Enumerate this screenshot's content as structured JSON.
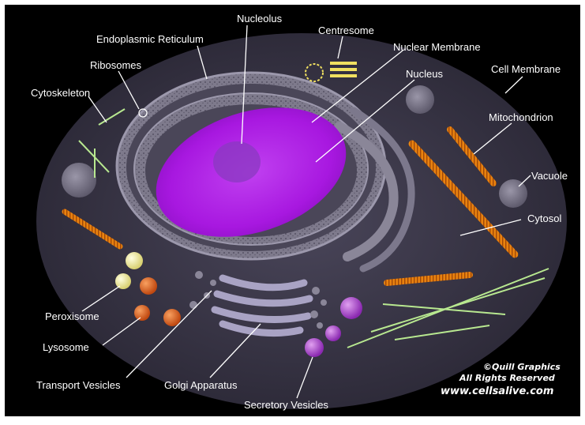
{
  "diagram": {
    "labels": {
      "nucleolus": "Nucleolus",
      "endoplasmic_reticulum": "Endoplasmic Reticulum",
      "centresome": "Centresome",
      "nuclear_membrane": "Nuclear Membrane",
      "ribosomes": "Ribosomes",
      "nucleus": "Nucleus",
      "cell_membrane": "Cell Membrane",
      "cytoskeleton": "Cytoskeleton",
      "mitochondrion": "Mitochondrion",
      "vacuole": "Vacuole",
      "cytosol": "Cytosol",
      "peroxisome": "Peroxisome",
      "lysosome": "Lysosome",
      "transport_vesicles": "Transport Vesicles",
      "golgi_apparatus": "Golgi Apparatus",
      "secretory_vesicles": "Secretory Vesicles"
    },
    "credit": {
      "line1": "©Quill Graphics",
      "line2": "All Rights Reserved",
      "line3": "www.cellsalive.com"
    },
    "colors": {
      "background": "#000000",
      "cell": "#3a3748",
      "nucleus": "#b020e8",
      "er": "#8a8698",
      "mitochondrion": "#e07a10",
      "golgi": "#a9a3c4",
      "vesicle_purple": "#a040c8",
      "lysosome": "#e06a20",
      "peroxisome": "#f0eaa0",
      "cytoskeleton": "#b8e890",
      "labels": "#ffffff"
    }
  }
}
